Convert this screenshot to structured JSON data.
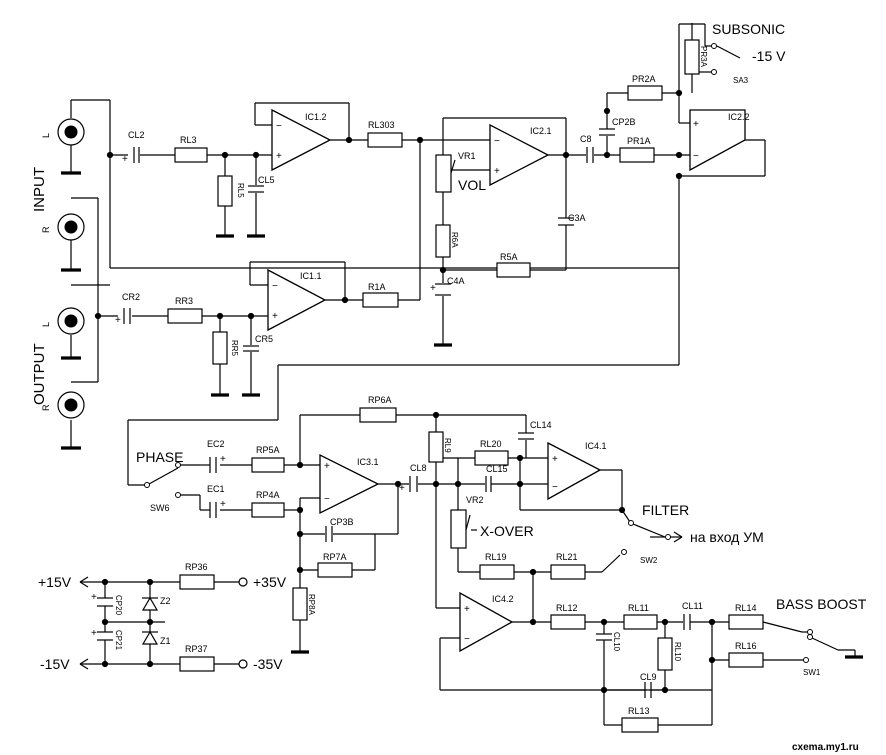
{
  "sections": {
    "input": "INPUT",
    "output": "OUTPUT"
  },
  "jacks": {
    "in_l": "L",
    "in_r": "R",
    "out_l": "L",
    "out_r": "R"
  },
  "opamps": {
    "ic12": "IC1.2",
    "ic11": "IC1.1",
    "ic21": "IC2.1",
    "ic22": "IC2.2",
    "ic31": "IC3.1",
    "ic41": "IC4.1",
    "ic42": "IC4.2"
  },
  "components": {
    "cl2": "CL2",
    "rl3": "RL3",
    "rl5": "RL5",
    "cl5": "CL5",
    "rl303": "RL303",
    "cr2": "CR2",
    "rr3": "RR3",
    "rr5": "RR5",
    "cr5": "CR5",
    "r1a": "R1A",
    "vr1": "VR1",
    "r6a": "R6A",
    "c4a": "C4A",
    "r5a": "R5A",
    "c3a": "C3A",
    "c8": "C8",
    "cp2b": "CP2B",
    "pr1a": "PR1A",
    "pr2a": "PR2A",
    "pr3a": "PR3A",
    "sa3": "SA3",
    "rp6a": "RP6A",
    "cl14": "CL14",
    "rl9": "RL9",
    "ec2": "EC2",
    "rp5a": "RP5A",
    "ec1": "EC1",
    "rp4a": "RP4A",
    "sw6": "SW6",
    "cl8": "CL8",
    "rl20": "RL20",
    "cl15": "CL15",
    "vr2": "VR2",
    "cp3b": "CP3B",
    "rp7a": "RP7A",
    "rp8a": "RP8A",
    "rl19": "RL19",
    "rl21": "RL21",
    "sw2": "SW2",
    "rl12": "RL12",
    "rl11": "RL11",
    "cl11": "CL11",
    "rl14": "RL14",
    "rl16": "RL16",
    "sw1": "SW1",
    "cl10": "CL10",
    "rl10": "RL10",
    "cl9": "CL9",
    "rl13": "RL13",
    "rp36": "RP36",
    "rp37": "RP37",
    "cp20": "CP20",
    "cp21": "CP21",
    "z1": "Z1",
    "z2": "Z2"
  },
  "controls": {
    "subsonic": "SUBSONIC",
    "minus15v_sub": "-15 V",
    "vol": "VOL",
    "phase": "PHASE",
    "filter": "FILTER",
    "amp_input": "на вход УМ",
    "xover": "X-OVER",
    "bass_boost": "BASS BOOST"
  },
  "power": {
    "plus15": "+15V",
    "minus15": "-15V",
    "plus35": "+35V",
    "minus35": "-35V"
  },
  "watermark": "cxema.my1.ru"
}
